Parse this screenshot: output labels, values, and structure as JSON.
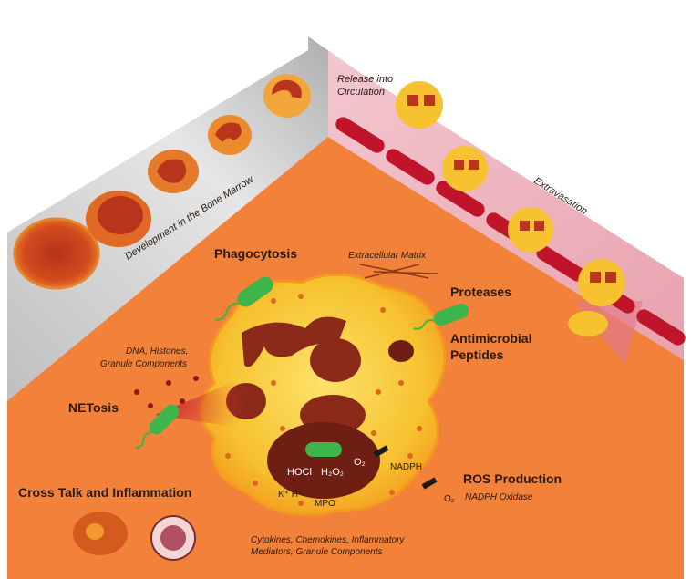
{
  "labels": {
    "development": "Development in the Bone Marrow",
    "release": "Release into",
    "release2": "Circulation",
    "extravasation": "Extravasation",
    "phagocytosis": "Phagocytosis",
    "ecm": "Extracellular Matrix",
    "proteases": "Proteases",
    "antimicrobial": "Antimicrobial",
    "peptides": "Peptides",
    "dna": "DNA, Histones,",
    "granule": "Granule Components",
    "netosis": "NETosis",
    "hocl": "HOCl",
    "h2o2": "H₂O₂",
    "o2": "O₂",
    "mpo": "MPO",
    "kh": "K⁺ H⁺",
    "nadph": "NADPH",
    "ros": "ROS Production",
    "nadph_ox": "NADPH Oxidase",
    "o2b": "O₂",
    "crosstalk": "Cross Talk and Inflammation",
    "cytokines": "Cytokines, Chemokines, Inflammatory",
    "mediators": "Mediators, Granule Components"
  },
  "colors": {
    "background": "#f2813a",
    "cytoplasm": "#f6c22f",
    "nucleus": "#8c2a1a",
    "vessel": "#c0142a",
    "bacterium": "#3db54a"
  }
}
